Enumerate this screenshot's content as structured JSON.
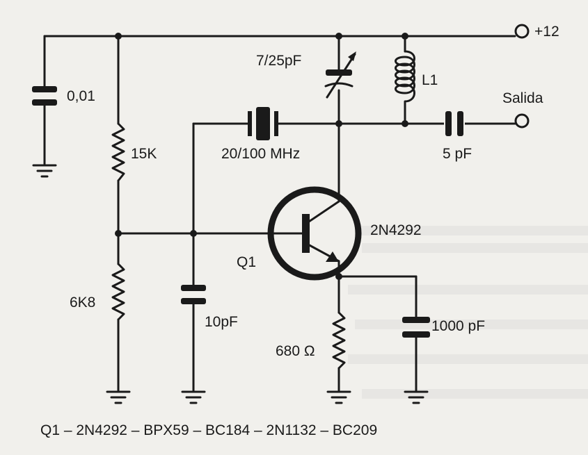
{
  "labels": {
    "vcc": "+12",
    "cap_decouple": "0,01",
    "trimmer": "7/25pF",
    "coil": "L1",
    "output": "Salida",
    "crystal": "20/100 MHz",
    "cap_out": "5 pF",
    "r_top": "15K",
    "r_bottom": "6K8",
    "transistor_type": "2N4292",
    "transistor_ref": "Q1",
    "cap_base": "10pF",
    "r_emitter": "680 Ω",
    "cap_emitter": "1000 pF"
  },
  "caption": "Q1 – 2N4292 – BPX59 – BC184 – 2N1132 – BC209"
}
